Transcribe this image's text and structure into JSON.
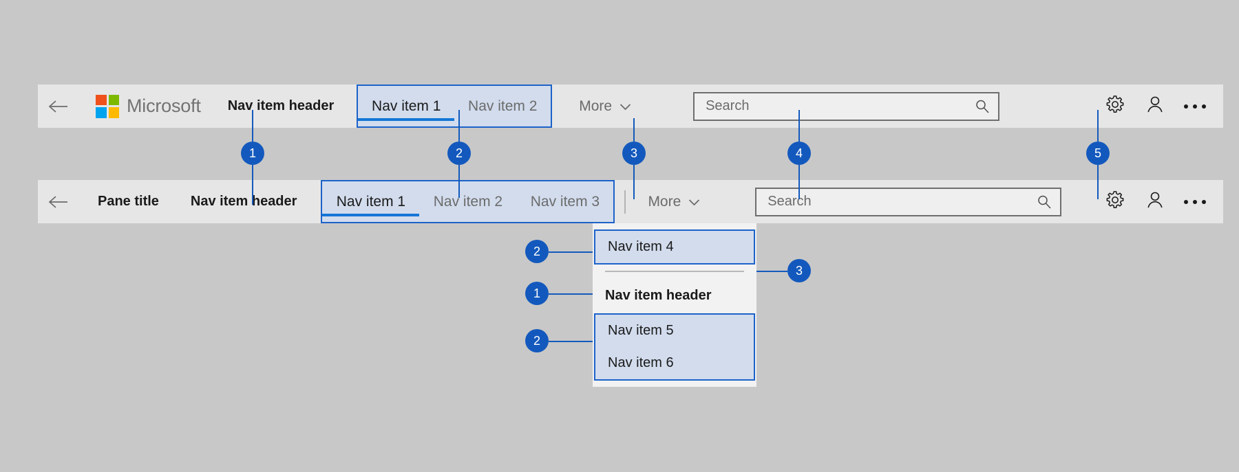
{
  "colors": {
    "page_background": "#c8c8c8",
    "navbar_background": "#e6e6e6",
    "accent_blue": "#1359bd",
    "highlight_border": "#1c62c9",
    "highlight_fill": "#d2dced",
    "selected_underline": "#1576d6",
    "logo_red": "#f0501b",
    "logo_green": "#7cb900",
    "logo_blue": "#00a3ee",
    "logo_yellow": "#ffb901"
  },
  "navbar_top": {
    "back_icon": "arrow-left-icon",
    "brand": {
      "logo_icon": "microsoft-logo-icon",
      "wordmark": "Microsoft"
    },
    "nav_item_header": "Nav item header",
    "nav_group": [
      {
        "label": "Nav item 1",
        "selected": true
      },
      {
        "label": "Nav item 2",
        "selected": false
      }
    ],
    "more": {
      "label": "More",
      "chevron_icon": "chevron-down-icon"
    },
    "search": {
      "placeholder": "Search",
      "value": "",
      "icon": "search-icon"
    },
    "actions": [
      {
        "icon": "gear-icon",
        "name": "settings-button"
      },
      {
        "icon": "person-icon",
        "name": "account-button"
      },
      {
        "icon": "ellipsis-icon",
        "name": "more-options-button"
      }
    ]
  },
  "navbar_bottom": {
    "back_icon": "arrow-left-icon",
    "pane_title": "Pane title",
    "nav_item_header": "Nav item header",
    "nav_group": [
      {
        "label": "Nav item 1",
        "selected": true
      },
      {
        "label": "Nav item 2",
        "selected": false
      },
      {
        "label": "Nav item 3",
        "selected": false
      }
    ],
    "more": {
      "label": "More",
      "chevron_icon": "chevron-down-icon"
    },
    "search": {
      "placeholder": "Search",
      "value": "",
      "icon": "search-icon"
    },
    "actions": [
      {
        "icon": "gear-icon",
        "name": "settings-button"
      },
      {
        "icon": "person-icon",
        "name": "account-button"
      },
      {
        "icon": "ellipsis-icon",
        "name": "more-options-button"
      }
    ]
  },
  "flyout": {
    "item_4": "Nav item 4",
    "header": "Nav item header",
    "item_5": "Nav item 5",
    "item_6": "Nav item 6"
  },
  "callouts": [
    {
      "id": "callout-1-top",
      "number": "1"
    },
    {
      "id": "callout-2-top",
      "number": "2"
    },
    {
      "id": "callout-3-top",
      "number": "3"
    },
    {
      "id": "callout-4-top",
      "number": "4"
    },
    {
      "id": "callout-5-top",
      "number": "5"
    },
    {
      "id": "callout-2-item4",
      "number": "2"
    },
    {
      "id": "callout-3-separator",
      "number": "3"
    },
    {
      "id": "callout-1-header",
      "number": "1"
    },
    {
      "id": "callout-2-items56",
      "number": "2"
    }
  ]
}
